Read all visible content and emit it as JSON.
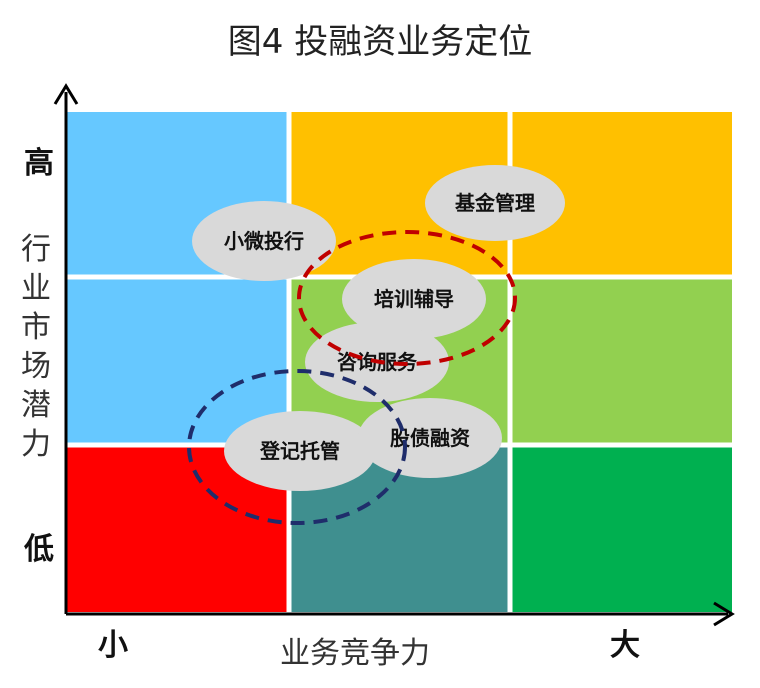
{
  "title": "图4  投融资业务定位",
  "y_axis": {
    "label": "行业市场潜力",
    "high": "高",
    "low": "低"
  },
  "x_axis": {
    "label": "业务竞争力",
    "small": "小",
    "big": "大"
  },
  "grid": {
    "rows": 3,
    "cols": 3,
    "cell_colors": [
      [
        "#66C8FF",
        "#FFC000",
        "#FFC000"
      ],
      [
        "#66C8FF",
        "#92D050",
        "#92D050"
      ],
      [
        "#FF0000",
        "#3F8F8F",
        "#00B050"
      ]
    ]
  },
  "bubbles": [
    {
      "id": "jijin",
      "label": "基金管理"
    },
    {
      "id": "xiaowei",
      "label": "小微投行"
    },
    {
      "id": "peixun",
      "label": "培训辅导"
    },
    {
      "id": "zixun",
      "label": "咨询服务"
    },
    {
      "id": "dengji",
      "label": "登记托管"
    },
    {
      "id": "guzhai",
      "label": "股债融资"
    }
  ],
  "bubble_color": "#D9D9D9",
  "clusters": [
    {
      "id": "red-cluster",
      "color": "#C00000"
    },
    {
      "id": "navy-cluster",
      "color": "#1F2D6B"
    }
  ]
}
